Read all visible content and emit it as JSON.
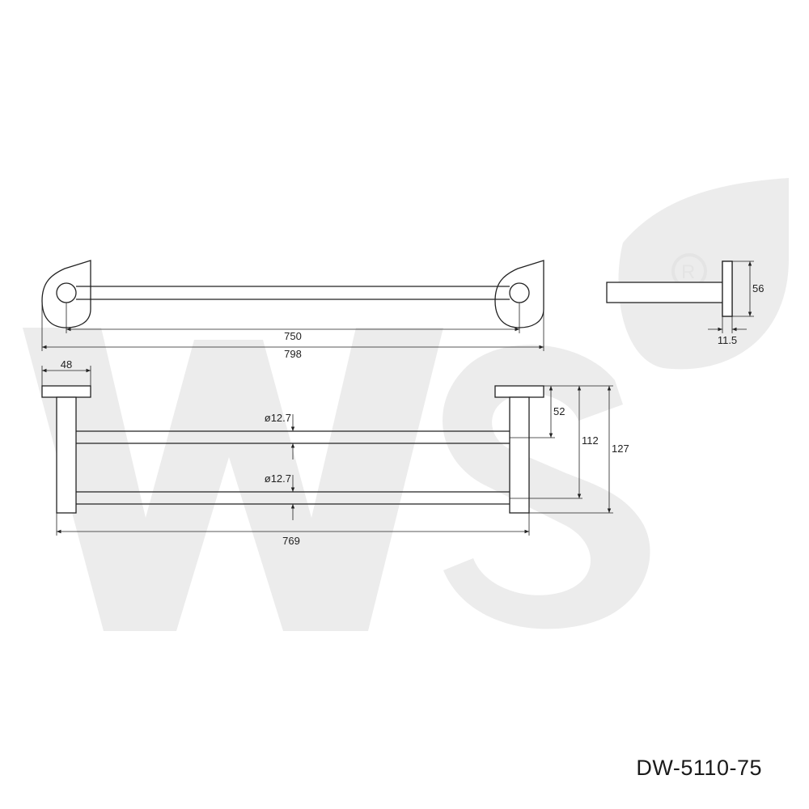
{
  "model_code": "DW-5110-75",
  "watermark_logo": "WS",
  "dimensions": {
    "top_inner_length": "750",
    "top_overall_length": "798",
    "side_height": "56",
    "side_depth": "11.5",
    "flange_width": "48",
    "bar_diameter_upper": "ø12.7",
    "bar_diameter_lower": "ø12.7",
    "bar_overall_length": "769",
    "upper_bar_offset": "52",
    "lower_bar_offset": "112",
    "total_height": "127"
  },
  "colors": {
    "line": "#222222",
    "watermark": "#ececec",
    "background": "#ffffff"
  }
}
